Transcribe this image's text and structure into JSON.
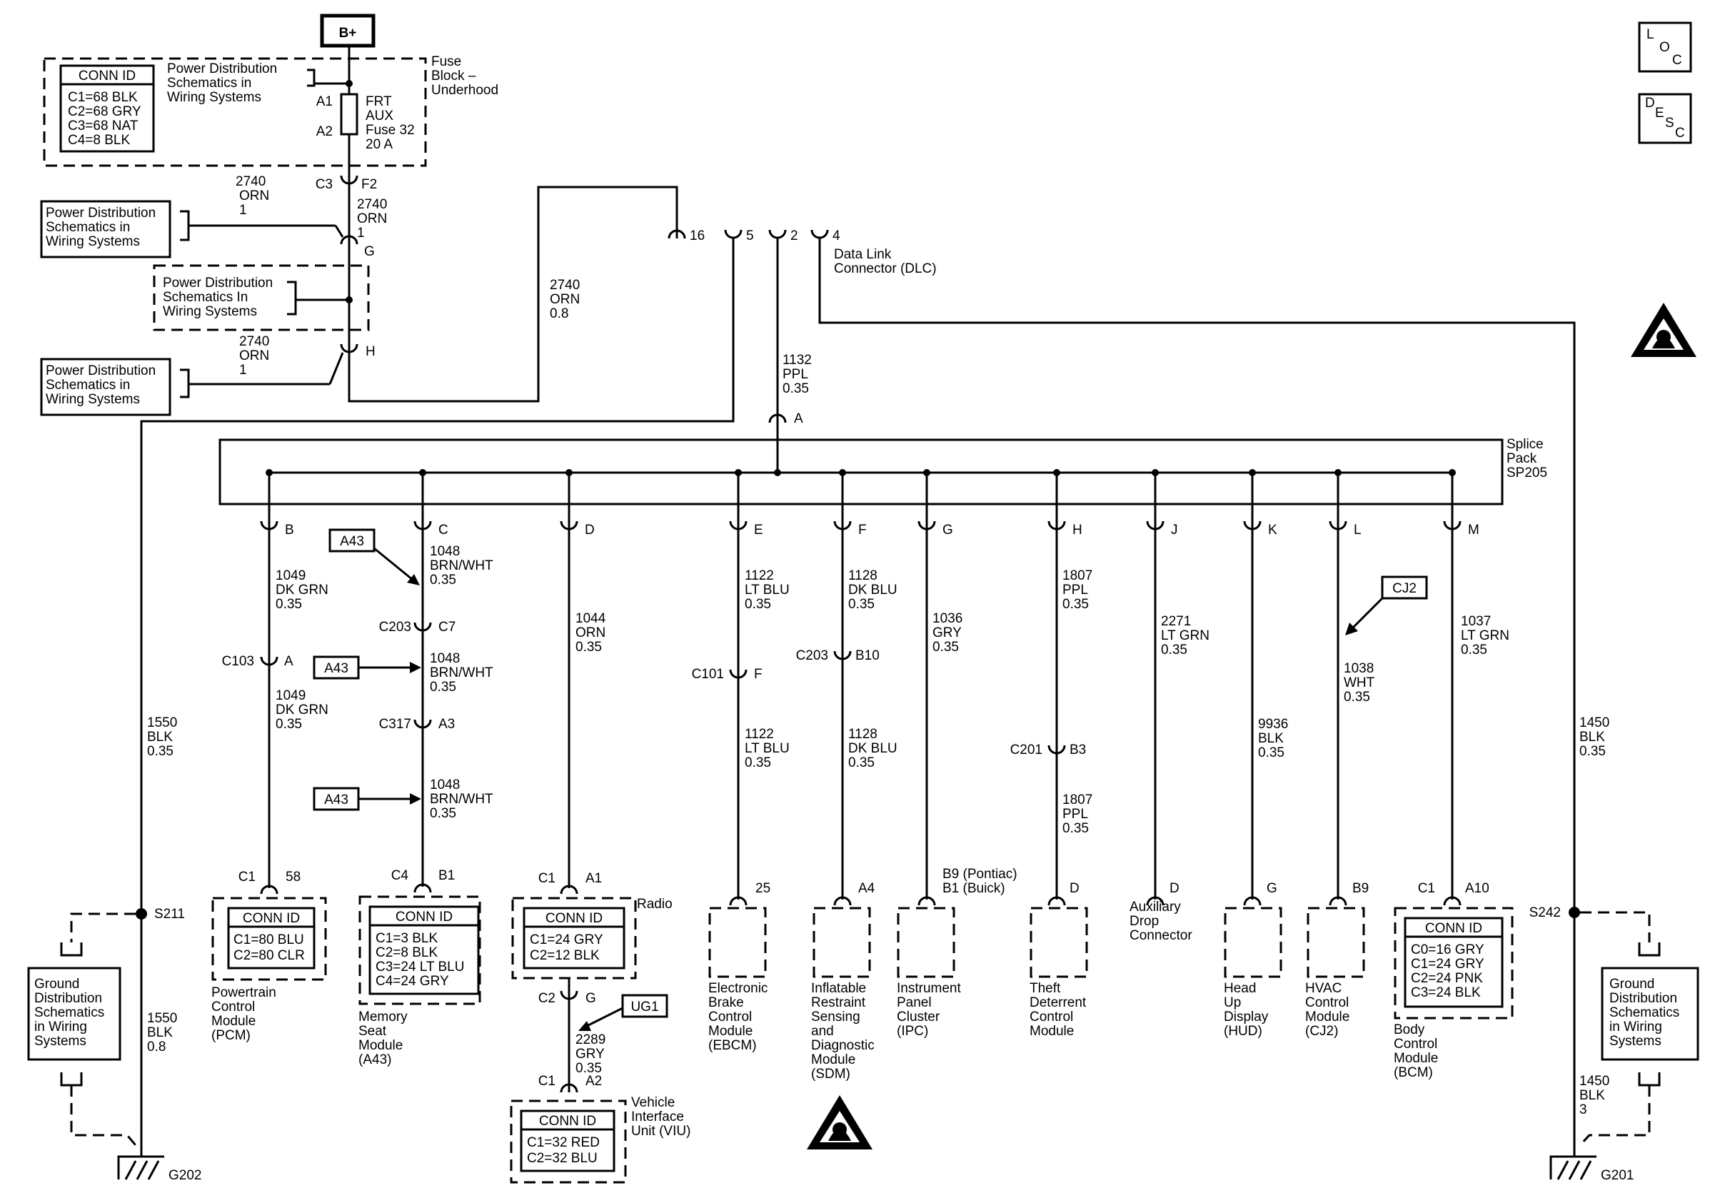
{
  "power": {
    "bplus": "B+",
    "conn_title": "CONN ID",
    "conn_lines": [
      "C1=68 BLK",
      "C2=68 GRY",
      "C3=68 NAT",
      "C4=8 BLK"
    ],
    "pd_ref": [
      "Power Distribution",
      "Schematics in",
      "Wiring  Systems"
    ],
    "pd_ref_b": [
      "Power Distribution",
      "Schematics in",
      "Wiring Systems"
    ],
    "pd_ref_c": [
      "Power Distribution",
      "Schematics In",
      "Wiring Systems"
    ],
    "fuse_block": [
      "Fuse",
      "Block –",
      "Underhood"
    ],
    "fuse_label": [
      "FRT",
      "AUX",
      "Fuse 32",
      "20 A"
    ],
    "pin_a1": "A1",
    "pin_a2": "A2",
    "pin_c3": "C3",
    "pin_f2": "F2",
    "pin_g": "G",
    "pin_h": "H",
    "w1": [
      "2740",
      "ORN",
      "1"
    ],
    "w2": [
      "2740",
      "ORN",
      "1"
    ],
    "w3": [
      "2740",
      "ORN",
      "1"
    ],
    "w4": [
      "2740",
      "ORN",
      "0.8"
    ]
  },
  "dlc": {
    "pins": [
      "16",
      "5",
      "2",
      "4"
    ],
    "label": [
      "Data Link",
      "Connector (DLC)"
    ]
  },
  "splice": {
    "feed_wire": [
      "1132",
      "PPL",
      "0.35"
    ],
    "feed_pin": "A",
    "label": [
      "Splice",
      "Pack",
      "SP205"
    ],
    "pins": [
      "B",
      "C",
      "D",
      "E",
      "F",
      "G",
      "H",
      "J",
      "K",
      "L",
      "M"
    ]
  },
  "branches": {
    "b_w1": [
      "1049",
      "DK GRN",
      "0.35"
    ],
    "b_conn": [
      "C103",
      "A"
    ],
    "b_w2": [
      "1049",
      "DK GRN",
      "0.35"
    ],
    "c_w1": [
      "1048",
      "BRN/WHT",
      "0.35"
    ],
    "c_conn1": [
      "C203",
      "C7"
    ],
    "c_w2": [
      "1048",
      "BRN/WHT",
      "0.35"
    ],
    "c_conn2": [
      "C317",
      "A3"
    ],
    "c_w3": [
      "1048",
      "BRN/WHT",
      "0.35"
    ],
    "d_w1": [
      "1044",
      "ORN",
      "0.35"
    ],
    "e_w1": [
      "1122",
      "LT BLU",
      "0.35"
    ],
    "e_conn": [
      "C101",
      "F"
    ],
    "e_w2": [
      "1122",
      "LT BLU",
      "0.35"
    ],
    "f_w1": [
      "1128",
      "DK BLU",
      "0.35"
    ],
    "f_conn": [
      "C203",
      "B10"
    ],
    "f_w2": [
      "1128",
      "DK BLU",
      "0.35"
    ],
    "g_w1": [
      "1036",
      "GRY",
      "0.35"
    ],
    "h_w1": [
      "1807",
      "PPL",
      "0.35"
    ],
    "h_conn": [
      "C201",
      "B3"
    ],
    "h_w2": [
      "1807",
      "PPL",
      "0.35"
    ],
    "j_w1": [
      "2271",
      "LT GRN",
      "0.35"
    ],
    "k_w1": [
      "9936",
      "BLK",
      "0.35"
    ],
    "l_w1": [
      "1038",
      "WHT",
      "0.35"
    ],
    "m_w1": [
      "1037",
      "LT GRN",
      "0.35"
    ],
    "ref_a43": "A43",
    "ref_cj2": "CJ2",
    "ref_ug1": "UG1"
  },
  "modules": {
    "pcm": {
      "pins": [
        "C1",
        "58"
      ],
      "conn": [
        "C1=80 BLU",
        "C2=80 CLR"
      ],
      "name": [
        "Powertrain",
        "Control",
        "Module",
        "(PCM)"
      ]
    },
    "memseat": {
      "pins": [
        "C4",
        "B1"
      ],
      "conn": [
        "C1=3 BLK",
        "C2=8 BLK",
        "C3=24 LT BLU",
        "C4=24 GRY"
      ],
      "name": [
        "Memory",
        "Seat",
        "Module",
        "(A43)"
      ]
    },
    "radio": {
      "pins": [
        "C1",
        "A1"
      ],
      "conn": [
        "C1=24 GRY",
        "C2=12 BLK"
      ],
      "name": [
        "Radio"
      ],
      "out_pins": [
        "C2",
        "G"
      ],
      "out_wire": [
        "2289",
        "GRY",
        "0.35"
      ]
    },
    "viu": {
      "pins": [
        "C1",
        "A2"
      ],
      "conn": [
        "C1=32 RED",
        "C2=32 BLU"
      ],
      "name": [
        "Vehicle",
        "Interface",
        "Unit (VIU)"
      ]
    },
    "ebcm": {
      "pin": "25",
      "name": [
        "Electronic",
        "Brake",
        "Control",
        "Module",
        "(EBCM)"
      ]
    },
    "sdm": {
      "pin": "A4",
      "name": [
        "Inflatable",
        "Restraint",
        "Sensing",
        "and",
        "Diagnostic",
        "Module",
        "(SDM)"
      ]
    },
    "ipc": {
      "pin": [
        "B9 (Pontiac)",
        "B1 (Buick)"
      ],
      "name": [
        "Instrument",
        "Panel",
        "Cluster",
        "(IPC)"
      ]
    },
    "theft": {
      "pin": "D",
      "name": [
        "Theft",
        "Deterrent",
        "Control",
        "Module"
      ]
    },
    "adc": {
      "pin": "D",
      "name": [
        "Auxiliary",
        "Drop",
        "Connector"
      ]
    },
    "hud": {
      "pin": "G",
      "name": [
        "Head",
        "Up",
        "Display",
        "(HUD)"
      ]
    },
    "hvac": {
      "pin": "B9",
      "name": [
        "HVAC",
        "Control",
        "Module",
        "(CJ2)"
      ]
    },
    "bcm": {
      "pins": [
        "C1",
        "A10"
      ],
      "conn": [
        "C0=16 GRY",
        "C1=24 GRY",
        "C2=24 PNK",
        "C3=24 BLK"
      ],
      "name": [
        "Body",
        "Control",
        "Module",
        "(BCM)"
      ]
    }
  },
  "grounds": {
    "left_w1": [
      "1550",
      "BLK",
      "0.35"
    ],
    "left_splice": "S211",
    "left_w2": [
      "1550",
      "BLK",
      "0.8"
    ],
    "left_g": "G202",
    "right_w1": [
      "1450",
      "BLK",
      "0.35"
    ],
    "right_splice": "S242",
    "right_w2": [
      "1450",
      "BLK",
      "3"
    ],
    "right_g": "G201",
    "gd_ref": [
      "Ground",
      "Distribution",
      "Schematics",
      "in Wiring",
      "Systems"
    ]
  },
  "corner": {
    "loc": [
      "L",
      "O",
      "C"
    ],
    "desc": [
      "D",
      "E",
      "S",
      "C"
    ]
  }
}
